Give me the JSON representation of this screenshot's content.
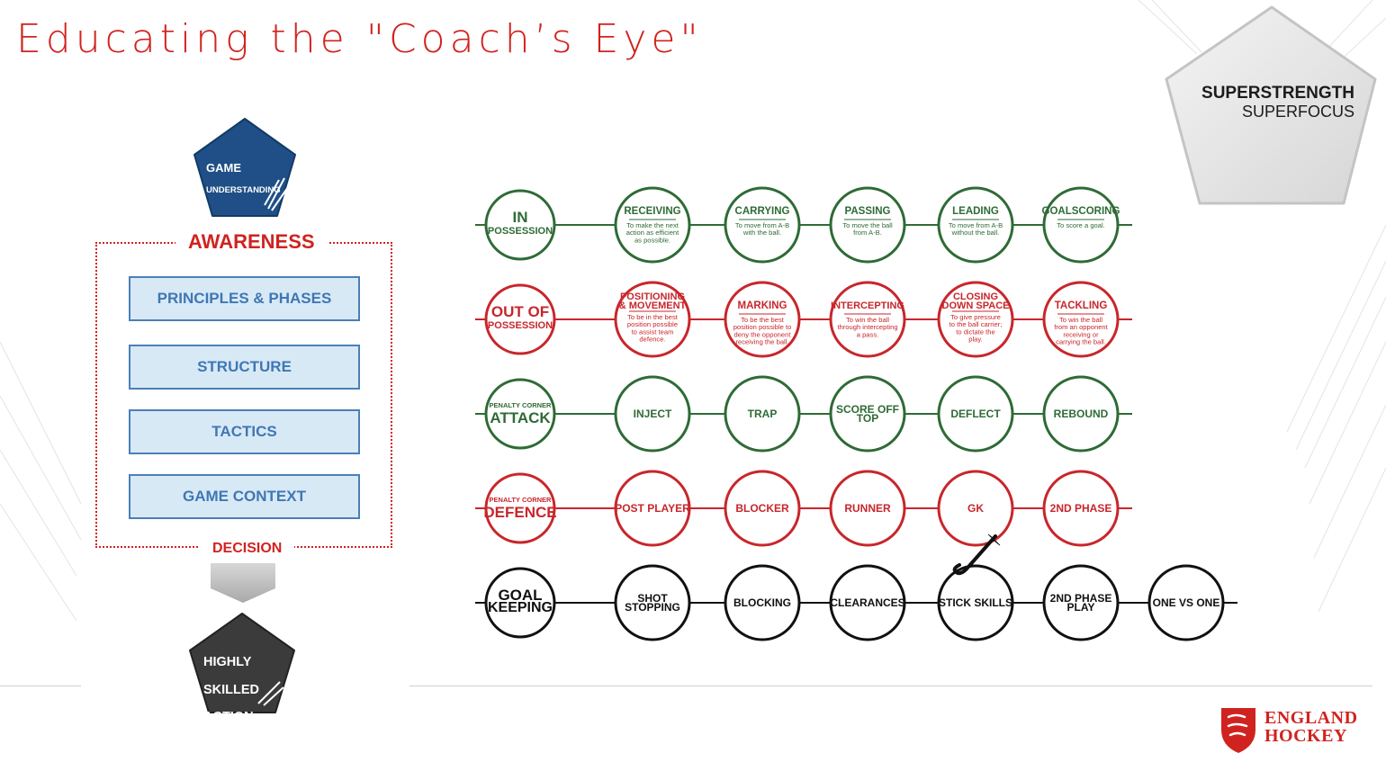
{
  "title": "Educating the \"Coach’s Eye\"",
  "left_panel": {
    "top_pentagon": {
      "line1": "GAME",
      "line2": "UNDERSTANDING",
      "color": "#1f4f86"
    },
    "box_title": "AWARENESS",
    "box_footer": "DECISION",
    "items": [
      "PRINCIPLES & PHASES",
      "STRUCTURE",
      "TACTICS",
      "GAME CONTEXT"
    ],
    "bottom_pentagon": {
      "line1": "HIGHLY",
      "line2": "SKILLED",
      "line3": "ACTION",
      "color": "#3b3b3b"
    }
  },
  "superstrength": {
    "line1": "SUPERSTRENGTH",
    "line2": "SUPERFOCUS"
  },
  "logo": {
    "line1": "ENGLAND",
    "line2": "HOCKEY"
  },
  "rows": [
    {
      "color": "#2e6b35",
      "label": {
        "lines": [
          "IN",
          "POSSESSION"
        ]
      },
      "items": [
        {
          "title": [
            "RECEIVING"
          ],
          "desc": [
            "To make the next",
            "action as efficient",
            "as possible."
          ]
        },
        {
          "title": [
            "CARRYING"
          ],
          "desc": [
            "To move from A-B",
            "with the ball."
          ]
        },
        {
          "title": [
            "PASSING"
          ],
          "desc": [
            "To move the ball",
            "from A-B."
          ]
        },
        {
          "title": [
            "LEADING"
          ],
          "desc": [
            "To move from A-B",
            "without the ball."
          ]
        },
        {
          "title": [
            "GOALSCORING"
          ],
          "desc": [
            "To score a goal."
          ]
        }
      ]
    },
    {
      "color": "#c8262b",
      "label": {
        "lines": [
          "OUT OF",
          "POSSESSION"
        ]
      },
      "items": [
        {
          "title": [
            "POSITIONING",
            "& MOVEMENT"
          ],
          "desc": [
            "To be in the best",
            "position possible",
            "to assist team",
            "defence."
          ]
        },
        {
          "title": [
            "MARKING"
          ],
          "desc": [
            "To be the best",
            "position possible to",
            "deny the opponent",
            "receiving the ball."
          ]
        },
        {
          "title": [
            "INTERCEPTING"
          ],
          "desc": [
            "To win the ball",
            "through intercepting",
            "a pass."
          ]
        },
        {
          "title": [
            "CLOSING",
            "DOWN SPACE"
          ],
          "desc": [
            "To give pressure",
            "to the ball carrier;",
            "to dictate the",
            "play."
          ]
        },
        {
          "title": [
            "TACKLING"
          ],
          "desc": [
            "To win the ball",
            "from an opponent",
            "receiving or",
            "carrying the ball."
          ]
        }
      ]
    },
    {
      "color": "#2e6b35",
      "label": {
        "small": "PENALTY CORNER",
        "lines": [
          "ATTACK"
        ]
      },
      "items": [
        {
          "title": [
            "INJECT"
          ]
        },
        {
          "title": [
            "TRAP"
          ]
        },
        {
          "title": [
            "SCORE OFF",
            "TOP"
          ]
        },
        {
          "title": [
            "DEFLECT"
          ]
        },
        {
          "title": [
            "REBOUND"
          ]
        }
      ]
    },
    {
      "color": "#c8262b",
      "label": {
        "small": "PENALTY CORNER",
        "lines": [
          "DEFENCE"
        ]
      },
      "items": [
        {
          "title": [
            "POST PLAYER"
          ]
        },
        {
          "title": [
            "BLOCKER"
          ]
        },
        {
          "title": [
            "RUNNER"
          ]
        },
        {
          "title": [
            "GK"
          ]
        },
        {
          "title": [
            "2ND PHASE"
          ]
        }
      ]
    },
    {
      "color": "#111111",
      "label": {
        "lines": [
          "GOAL",
          "KEEPING"
        ]
      },
      "items": [
        {
          "title": [
            "SHOT",
            "STOPPING"
          ]
        },
        {
          "title": [
            "BLOCKING"
          ]
        },
        {
          "title": [
            "CLEARANCES"
          ]
        },
        {
          "title": [
            "STICK SKILLS"
          ]
        },
        {
          "title": [
            "2ND PHASE",
            "PLAY"
          ]
        },
        {
          "title": [
            "ONE VS ONE"
          ]
        }
      ]
    }
  ]
}
